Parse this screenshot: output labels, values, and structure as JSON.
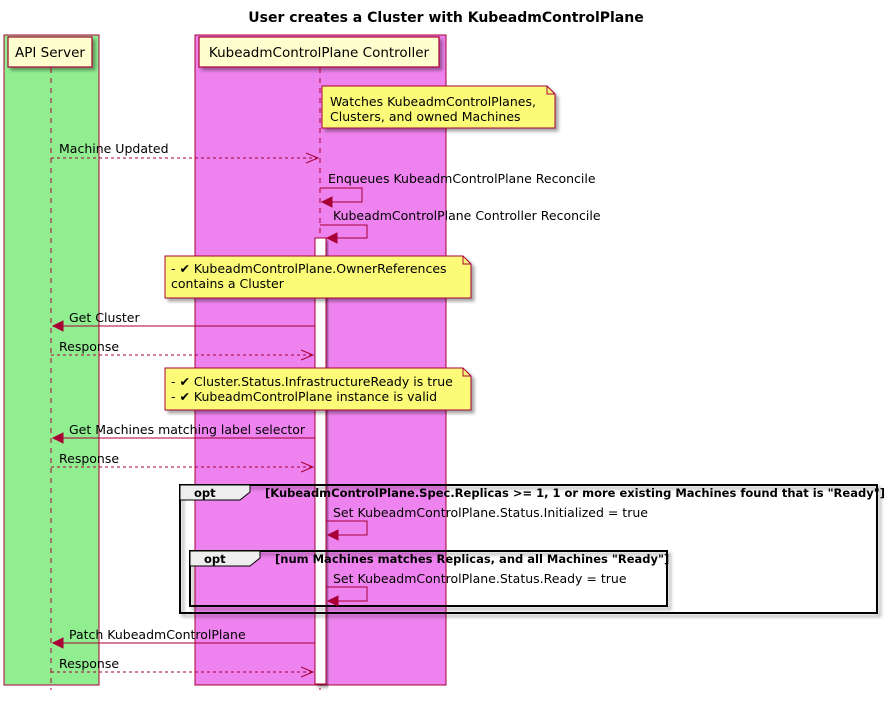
{
  "diagram": {
    "title": "User creates a Cluster with KubeadmControlPlane",
    "participants": [
      {
        "name": "API Server",
        "color": "#90EE90"
      },
      {
        "name": "KubeadmControlPlane Controller",
        "color": "#EE82EE"
      }
    ],
    "notes": [
      {
        "line1": "Watches KubeadmControlPlanes,",
        "line2": "Clusters, and owned Machines"
      },
      {
        "line1": "- ✔ KubeadmControlPlane.OwnerReferences",
        "line2": "contains a Cluster"
      },
      {
        "line1": "- ✔ Cluster.Status.InfrastructureReady is true",
        "line2": "- ✔ KubeadmControlPlane instance is valid"
      }
    ],
    "messages": [
      "Machine Updated",
      "Enqueues KubeadmControlPlane Reconcile",
      "KubeadmControlPlane Controller Reconcile",
      "Get Cluster",
      "Response",
      "Get Machines matching label selector",
      "Response",
      "Set KubeadmControlPlane.Status.Initialized = true",
      "Set KubeadmControlPlane.Status.Ready = true",
      "Patch KubeadmControlPlane",
      "Response"
    ],
    "fragments": [
      {
        "kind": "opt",
        "guard": "[KubeadmControlPlane.Spec.Replicas >= 1, 1 or more existing Machines found that is \"Ready\"]"
      },
      {
        "kind": "opt",
        "guard": "[num Machines matches Replicas, and all Machines \"Ready\"]"
      }
    ],
    "colors": {
      "arrow": "#A80036",
      "note": "#FBFB77",
      "participant_box": "#FEFECE"
    }
  }
}
